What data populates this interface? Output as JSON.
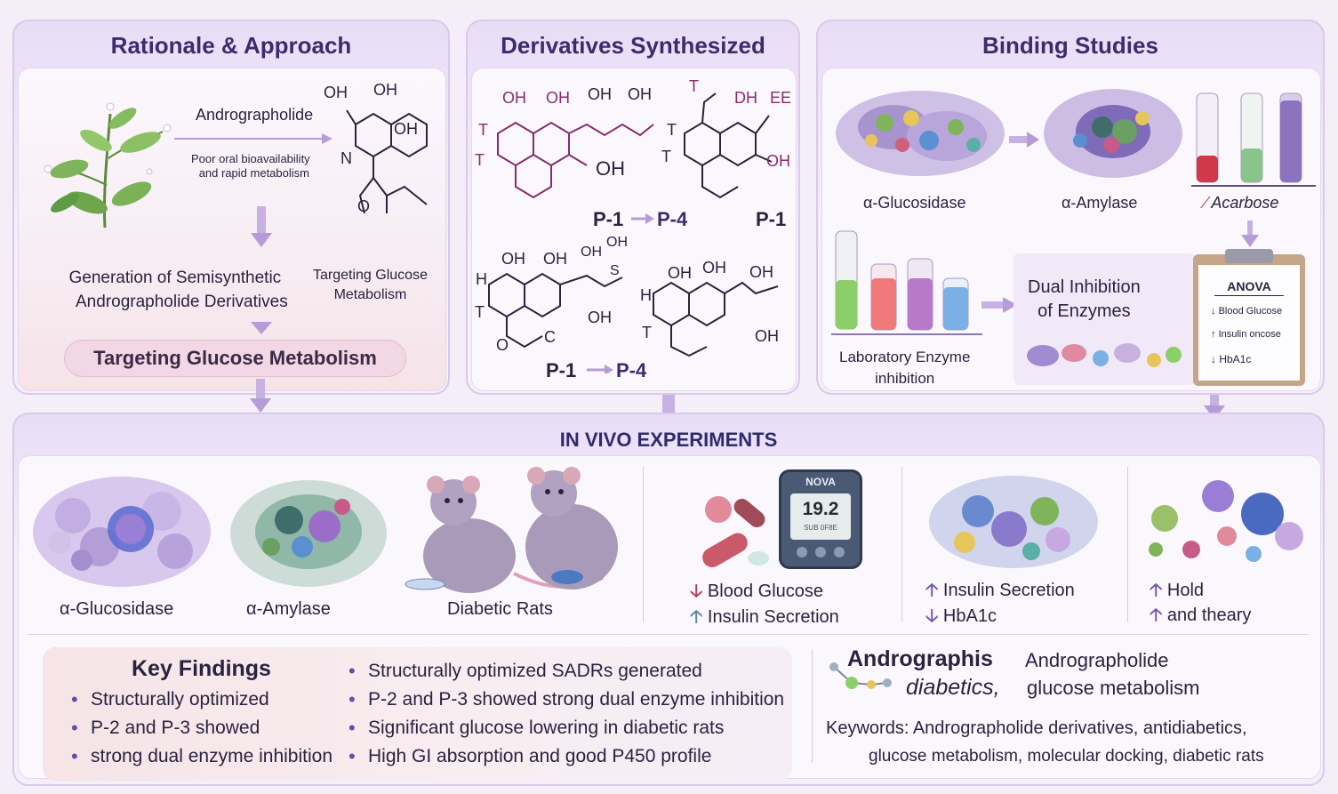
{
  "rationale": {
    "title": "Rationale & Approach",
    "compound": "Andrographolide",
    "note_line1": "Poor oral bioavailability",
    "note_line2": "and rapid metabolism",
    "generation_line1": "Generation of Semisynthetic",
    "generation_line2": "Andrographolide Derivatives",
    "target_line1": "Targeting Glucose",
    "target_line2": "Metabolism",
    "pill": "Targeting Glucose Metabolism",
    "chem": {
      "oh1": "OH",
      "oh2": "OH",
      "oh3": "OH",
      "n": "N",
      "o": "O"
    }
  },
  "derivatives": {
    "title": "Derivatives Synthesized",
    "label_top_left": "P-1",
    "label_top_mid": "P-4",
    "label_top_right": "P-1",
    "label_bottom_left": "P-1",
    "label_bottom_right": "P-4",
    "chem": {
      "oh": "OH",
      "t": "T",
      "h": "H",
      "o": "O",
      "dh": "DH",
      "ee": "EE",
      "s": "S",
      "c": "C"
    }
  },
  "binding": {
    "title": "Binding Studies",
    "enzyme1": "α-Glucosidase",
    "enzyme2": "α-Amylase",
    "reference": "Acarbose",
    "lab_line1": "Laboratory Enzyme",
    "lab_line2": "inhibition",
    "dual_line1": "Dual Inhibition",
    "dual_line2": "of Enzymes",
    "clipboard": {
      "title": "ANOVA",
      "items": [
        "Blood Glucose",
        "Insulin oncose",
        "HbA1c"
      ]
    }
  },
  "invivo": {
    "title": "IN VIVO EXPERIMENTS",
    "items": [
      "α-Glucosidase",
      "α-Amylase",
      "Diabetic Rats"
    ],
    "meter_brand": "NOVA",
    "meter_value": "19.2",
    "meter_sub": "SUB 0F8E",
    "effects1": [
      "Blood Glucose",
      "Insulin Secretion"
    ],
    "effects2": [
      "Insulin Secretion",
      "HbA1c"
    ],
    "effects3": [
      "Hold",
      "and theary"
    ]
  },
  "findings": {
    "title": "Key Findings",
    "left": [
      "Structurally optimized",
      "P-2 and P-3 showed",
      "strong dual enzyme inhibition"
    ],
    "right": [
      "Structurally optimized SADRs generated",
      "P-2 and P-3 showed strong dual enzyme inhibition",
      "Significant glucose lowering in diabetic rats",
      "High GI absorption and good P450 profile"
    ]
  },
  "summary": {
    "name1": "Andrographis",
    "name2": "diabetics,",
    "topic1": "Andrographolide",
    "topic2": "glucose metabolism",
    "keywords_line1": "Keywords:  Andrographolide derivatives, antidiabetics,",
    "keywords_line2": "glucose metabolism, molecular docking, diabetic rats"
  },
  "colors": {
    "accent": "#3e2b6e",
    "panel": "#e9ddf6",
    "arrow": "#b69bd6",
    "pill": "#f1d8e4"
  }
}
